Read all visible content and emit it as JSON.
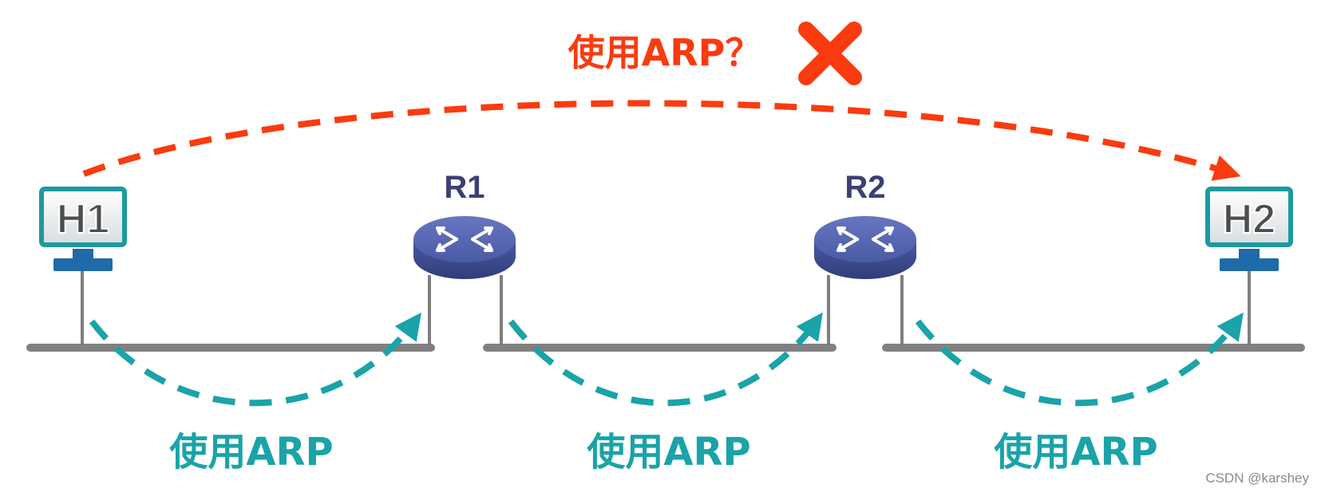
{
  "top_label": "使用ARP？",
  "hosts": {
    "h1": "H1",
    "h2": "H2"
  },
  "routers": {
    "r1": "R1",
    "r2": "R2"
  },
  "segment_labels": [
    "使用ARP",
    "使用ARP",
    "使用ARP"
  ],
  "watermark": "CSDN @karshey",
  "colors": {
    "red": "#fa3b0f",
    "teal": "#1aa3a8",
    "router": "#4e5faa",
    "router_dark": "#3a4787",
    "host_frame": "#1b9aa0",
    "host_stand": "#1f6aa8",
    "line": "#808080",
    "text_dark": "#3b4074",
    "host_text": "#4d4d4d"
  }
}
